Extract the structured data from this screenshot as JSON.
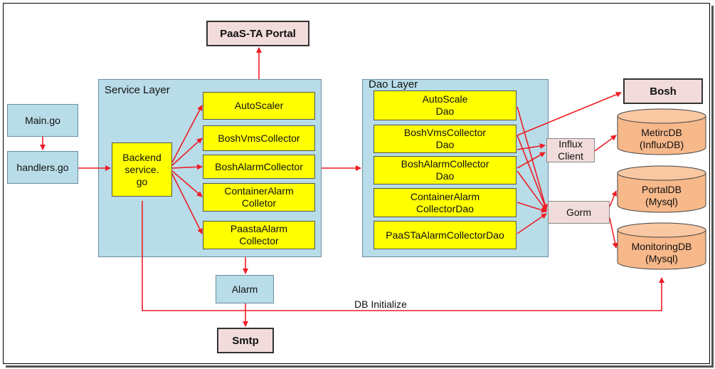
{
  "layers": {
    "service_title": "Service Layer",
    "dao_title": "Dao Layer"
  },
  "nodes": {
    "main": "Main.go",
    "handlers": "handlers.go",
    "backend": "Backend\nservice.\ngo",
    "portal": "PaaS-TA Portal",
    "autoscaler": "AutoScaler",
    "boshvms": "BoshVmsCollector",
    "boshalarm": "BoshAlarmCollector",
    "containeralarm": "ContainerAlarm\nColletor",
    "paastaalarm": "PaastaAlarm\nCollector",
    "alarm": "Alarm",
    "smtp": "Smtp",
    "dao_autoscale": "AutoScale\nDao",
    "dao_boshvms": "BoshVmsCollector\nDao",
    "dao_boshalarm": "BoshAlarmCollector\nDao",
    "dao_containeralarm": "ContainerAlarm\nCollectorDao",
    "dao_paasta": "PaaSTaAlarmCollectorDao",
    "bosh": "Bosh",
    "influx_client": "Influx\nClient",
    "gorm": "Gorm",
    "metricdb": "MetircDB\n(InfluxDB)",
    "portaldb": "PortalDB\n(Mysql)",
    "monitoringdb": "MonitoringDB\n(Mysql)"
  },
  "edge_labels": {
    "db_init": "DB Initialize"
  },
  "colors": {
    "arrow": "#ee1c24",
    "layer_fill": "#b8dce8",
    "component_fill": "#ffff00",
    "external_fill": "#f2dcdb",
    "db_fill": "#f7b88a"
  }
}
